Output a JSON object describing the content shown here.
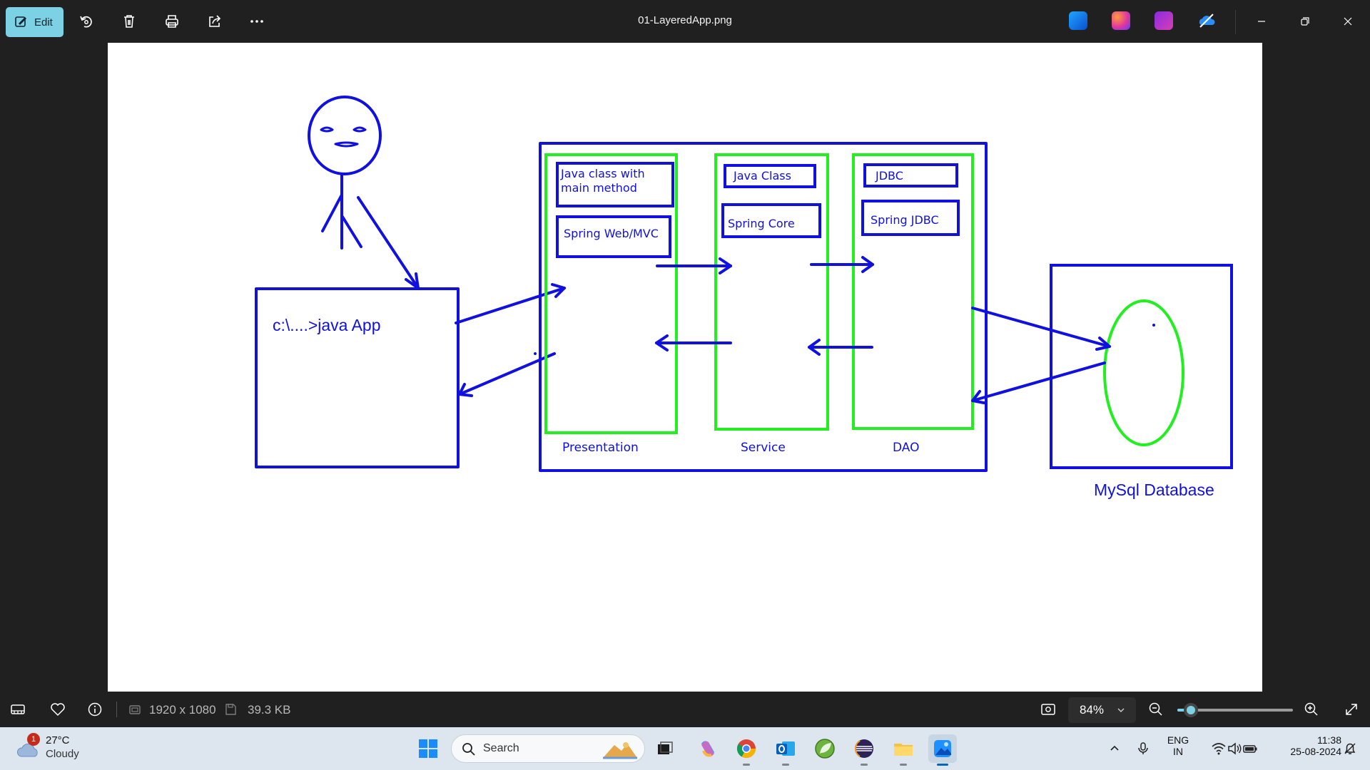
{
  "toolbar": {
    "edit_label": "Edit",
    "file_title": "01-LayeredApp.png",
    "buttons": [
      "rotate-icon",
      "delete-icon",
      "print-icon",
      "share-icon",
      "more-icon"
    ],
    "apps": [
      "photos-app-icon",
      "copilot-icon",
      "clipchamp-icon",
      "onedrive-icon"
    ]
  },
  "diagram": {
    "command_text": "c:\\....>java App",
    "presentation": {
      "box1": "Java class with main method",
      "box1_line1": "Java class with",
      "box1_line2": "main method",
      "box2": "Spring Web/MVC",
      "caption": "Presentation"
    },
    "service": {
      "box1": "Java Class",
      "box2": "Spring Core",
      "caption": "Service"
    },
    "dao": {
      "box1": "JDBC",
      "box2": "Spring JDBC",
      "caption": "DAO"
    },
    "database_caption": "MySql Database",
    "colors": {
      "blue": "#1010e0",
      "green": "#22ee22"
    }
  },
  "statusbar": {
    "dimensions": "1920 x 1080",
    "file_size": "39.3 KB",
    "zoom": "84%",
    "zoom_fraction": 0.12
  },
  "taskbar": {
    "weather_temp": "27°C",
    "weather_condition": "Cloudy",
    "weather_badge": "1",
    "search_placeholder": "Search",
    "language_line1": "ENG",
    "language_line2": "IN",
    "time": "11:38",
    "date": "25-08-2024",
    "apps": [
      "task-view",
      "copilot",
      "chrome",
      "outlook",
      "spring-tools",
      "eclipse",
      "file-explorer",
      "photos"
    ],
    "active_app": "photos"
  }
}
